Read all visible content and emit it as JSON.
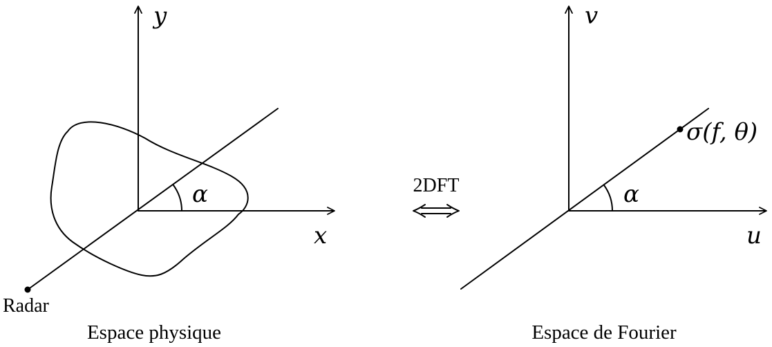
{
  "physical": {
    "axis_y": "y",
    "axis_x": "x",
    "angle": "α",
    "source_label": "Radar",
    "caption": "Espace physique"
  },
  "transform": {
    "label": "2DFT",
    "arrow": "⟺"
  },
  "fourier": {
    "axis_v": "v",
    "axis_u": "u",
    "angle": "α",
    "sample_label": "σ(f, θ)",
    "caption": "Espace de Fourier"
  }
}
